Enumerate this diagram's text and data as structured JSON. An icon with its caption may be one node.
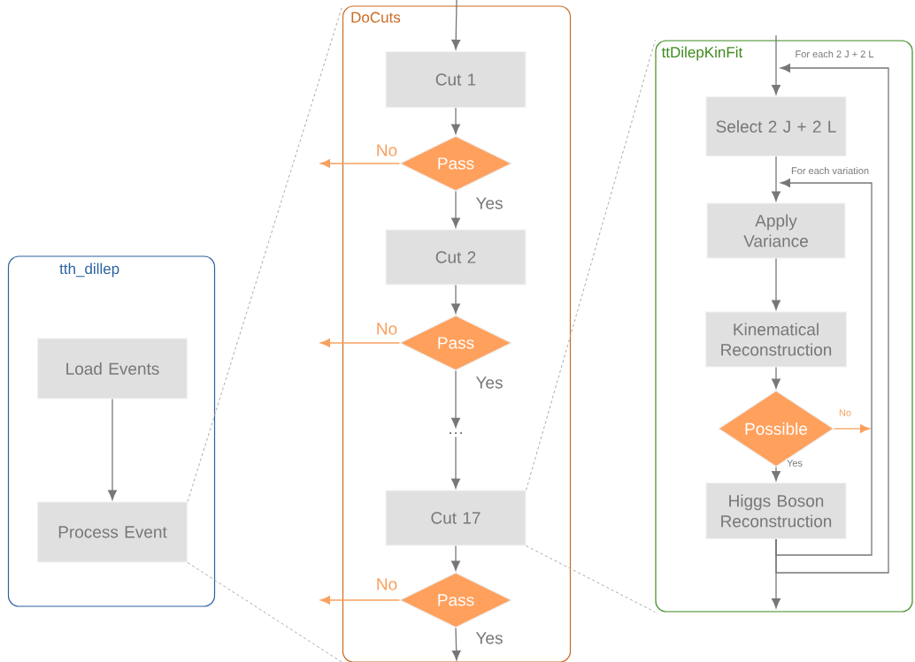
{
  "diagram": {
    "nodes": [
      {
        "text": [
          "tth_dillep"
        ]
      },
      {
        "text": [
          "Load Events"
        ],
        "in": 0
      },
      {
        "text": [
          "Process Event"
        ],
        "in": 0
      },
      {
        "text": [
          "DoCuts"
        ]
      },
      {
        "text": [
          "Cut 1"
        ],
        "in": 3
      },
      {
        "text": [
          "Pass"
        ],
        "in": 3
      },
      {
        "text": [
          "Cut 2"
        ],
        "in": 3
      },
      {
        "text": [
          "Pass"
        ],
        "in": 3
      },
      {
        "text": [
          "…"
        ],
        "in": 3
      },
      {
        "text": [
          "Cut 17"
        ],
        "in": 3
      },
      {
        "text": [
          "Pass"
        ],
        "in": 3
      },
      {
        "text": [
          "ttDilepKinFit"
        ]
      },
      {
        "text": [
          "Select 2 J + 2 L"
        ],
        "in": 11
      },
      {
        "text": [
          "Apply Variance"
        ],
        "in": 11
      },
      {
        "text": [
          "Kinematical Reconstruction"
        ],
        "in": 11
      },
      {
        "text": [
          "Possible"
        ],
        "in": 11
      },
      {
        "text": [
          "Higgs Boson Reconstruction"
        ],
        "in": 11
      }
    ],
    "edges": [
      {
        "from": 1,
        "to": 2,
        "arrow": "to"
      },
      {
        "from": null,
        "to": 4,
        "arrow": "to"
      },
      {
        "from": 4,
        "to": 5,
        "arrow": "to"
      },
      {
        "from": 5,
        "to": 6,
        "arrow": "to",
        "label": "Yes"
      },
      {
        "from": 5,
        "to": null,
        "arrow": "to",
        "label": "No",
        "color": "#f9a05f"
      },
      {
        "from": 6,
        "to": 7,
        "arrow": "to"
      },
      {
        "from": 7,
        "to": 8,
        "arrow": "to",
        "label": "Yes"
      },
      {
        "from": 7,
        "to": null,
        "arrow": "to",
        "label": "No",
        "color": "#f9a05f"
      },
      {
        "from": 8,
        "to": 9,
        "arrow": "to"
      },
      {
        "from": 9,
        "to": 10,
        "arrow": "to"
      },
      {
        "from": 10,
        "to": null,
        "arrow": "to",
        "label": "Yes"
      },
      {
        "from": 10,
        "to": null,
        "arrow": "to",
        "label": "No",
        "color": "#f9a05f"
      },
      {
        "from": null,
        "to": 12,
        "arrow": "to"
      },
      {
        "from": 12,
        "to": 13,
        "arrow": "to"
      },
      {
        "from": 13,
        "to": 14,
        "arrow": "to"
      },
      {
        "from": 14,
        "to": 15,
        "arrow": "to"
      },
      {
        "from": 15,
        "to": 16,
        "arrow": "to",
        "label": "Yes"
      },
      {
        "from": 15,
        "to": null,
        "arrow": "to",
        "label": "No",
        "color": "#f9a05f"
      },
      {
        "from": 16,
        "to": 13,
        "arrow": "to",
        "label": "For each variation"
      },
      {
        "from": 16,
        "to": 12,
        "arrow": "to",
        "label": "For each 2 J + 2 L"
      },
      {
        "from": 16,
        "to": null,
        "arrow": "to"
      },
      {
        "from": 2,
        "to": 3,
        "arrow": "none",
        "style": "dashed",
        "color": "#aaaaaa"
      },
      {
        "from": 2,
        "to": 3,
        "arrow": "none",
        "style": "dashed",
        "color": "#aaaaaa"
      },
      {
        "from": 9,
        "to": 11,
        "arrow": "none",
        "style": "dashed",
        "color": "#aaaaaa"
      },
      {
        "from": 9,
        "to": 11,
        "arrow": "none",
        "style": "dashed",
        "color": "#aaaaaa"
      }
    ]
  }
}
